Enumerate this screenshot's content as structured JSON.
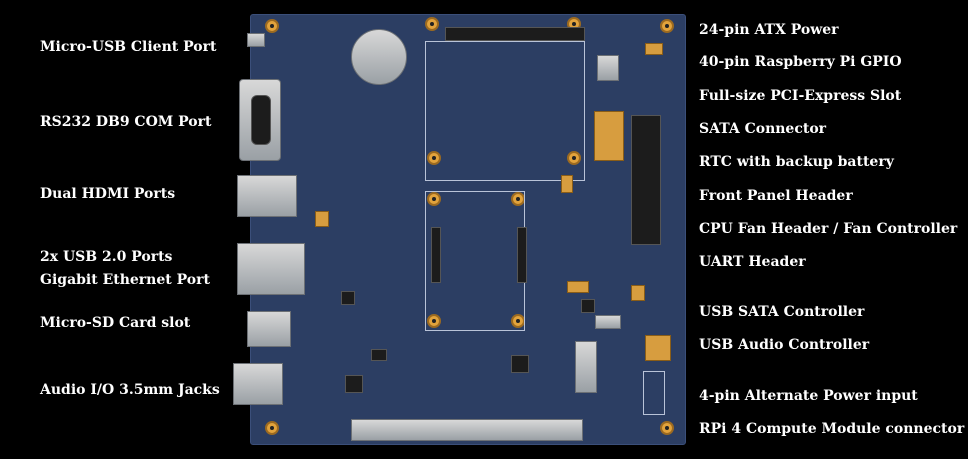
{
  "left_labels": [
    {
      "id": "micro-usb",
      "text": "Micro-USB Client Port"
    },
    {
      "id": "rs232",
      "text": "RS232 DB9 COM Port"
    },
    {
      "id": "hdmi",
      "text": "Dual HDMI Ports"
    },
    {
      "id": "usb2",
      "text": "2x USB 2.0 Ports"
    },
    {
      "id": "ethernet",
      "text": "Gigabit Ethernet Port"
    },
    {
      "id": "microsd",
      "text": "Micro-SD Card slot"
    },
    {
      "id": "audio",
      "text": "Audio I/O 3.5mm Jacks"
    }
  ],
  "right_labels": [
    {
      "id": "atx",
      "text": "24-pin ATX Power"
    },
    {
      "id": "gpio",
      "text": "40-pin Raspberry Pi GPIO"
    },
    {
      "id": "pcie",
      "text": "Full-size PCI-Express Slot"
    },
    {
      "id": "sata",
      "text": "SATA Connector"
    },
    {
      "id": "rtc",
      "text": "RTC with backup battery"
    },
    {
      "id": "front-panel",
      "text": "Front Panel Header"
    },
    {
      "id": "fan",
      "text": "CPU Fan Header / Fan Controller"
    },
    {
      "id": "uart",
      "text": "UART Header"
    },
    {
      "id": "usb-sata",
      "text": "USB SATA Controller"
    },
    {
      "id": "usb-audio",
      "text": "USB Audio Controller"
    },
    {
      "id": "alt-power",
      "text": "4-pin Alternate Power input"
    },
    {
      "id": "cm4",
      "text": "RPi 4 Compute Module  connector"
    }
  ]
}
